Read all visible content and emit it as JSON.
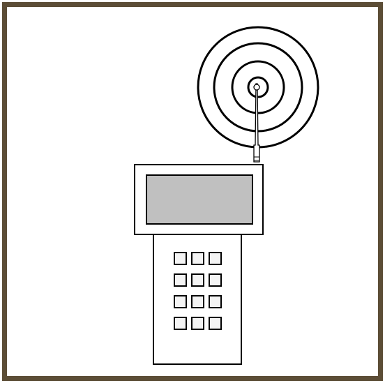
{
  "colors": {
    "frame_border": "#5c4d36",
    "background": "#ffffff",
    "outline": "#000000",
    "screen_fill": "#c0c0c0",
    "key_fill": "#f4f4f4"
  },
  "icons": {
    "signal_rings": "concentric-circles-icon",
    "antenna": "antenna-icon"
  },
  "device": {
    "type": "handheld-transmitter",
    "keypad": {
      "rows": 4,
      "columns": 3
    },
    "signal_rings": 4
  }
}
